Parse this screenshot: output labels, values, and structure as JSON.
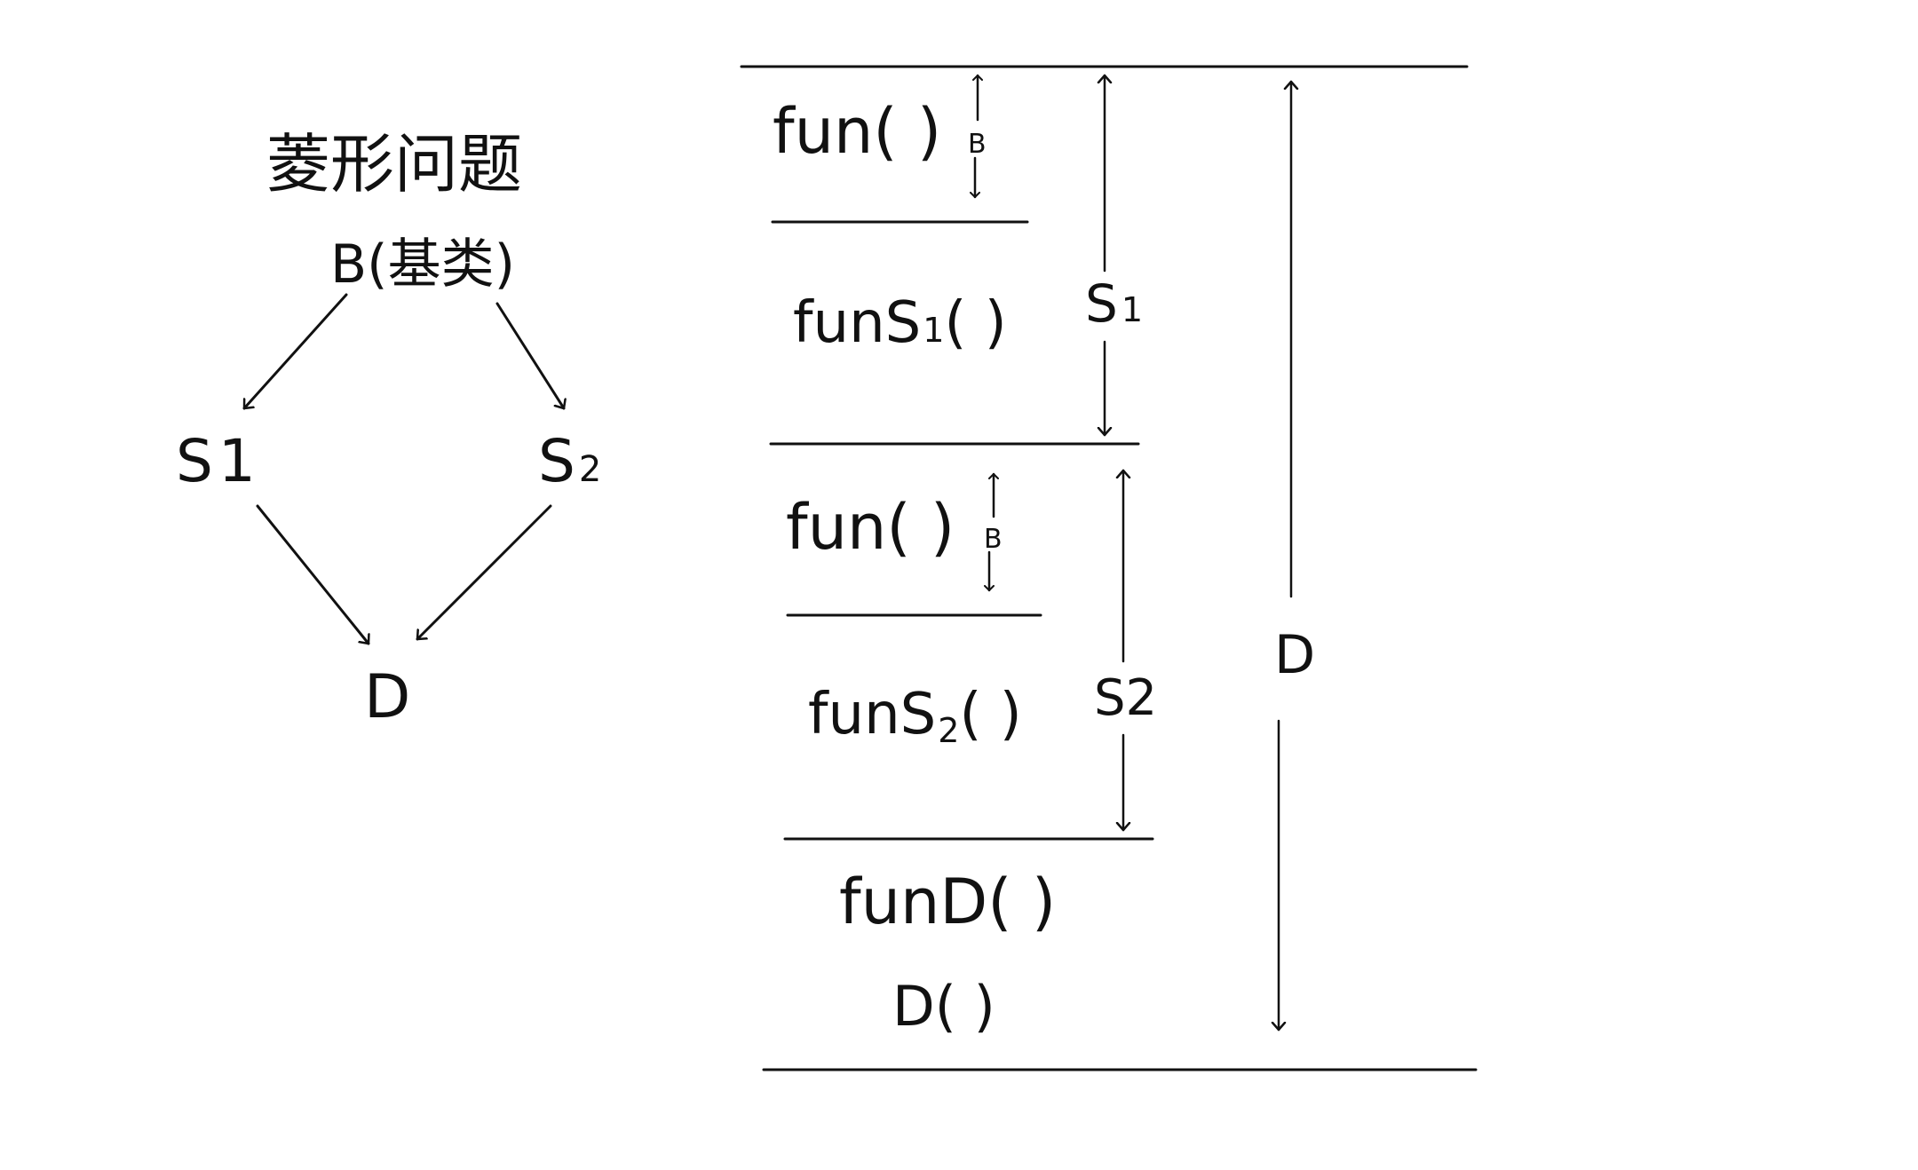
{
  "left": {
    "title": "菱形问题",
    "nodes": {
      "base": "B(基类)",
      "s1_prefix": "S",
      "s1_sub": "1",
      "s2_prefix": "S",
      "s2_sub": "2",
      "derived": "D"
    }
  },
  "right": {
    "seg1_fun": "fun(  )",
    "seg1_b": "B",
    "seg1_funs": "funS",
    "seg1_funs_sub": "1",
    "seg1_funs_paren": "(  )",
    "seg1_label_prefix": "S",
    "seg1_label_sub": "1",
    "seg2_fun": "fun(  )",
    "seg2_b": "B",
    "seg2_funs": "funS",
    "seg2_funs_sub": "2",
    "seg2_funs_paren": "(  )",
    "seg2_label": "S2",
    "fund": "funD(  )",
    "d_ctor": "D(   )",
    "d_label": "D"
  }
}
